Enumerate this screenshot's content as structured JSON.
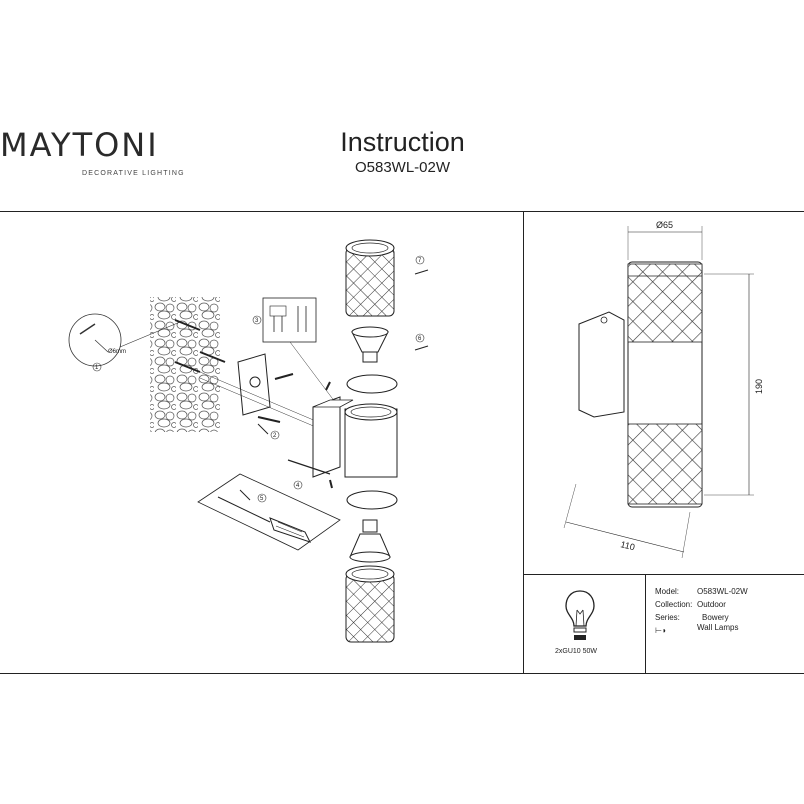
{
  "brand": {
    "name": "MAYTONI",
    "tagline": "DECORATIVE LIGHTING"
  },
  "header": {
    "title": "Instruction",
    "model": "O583WL-02W"
  },
  "dimensions": {
    "diameter": "Ø65",
    "height": "190",
    "depth": "110"
  },
  "steps": [
    "1",
    "2",
    "3",
    "4",
    "5",
    "6",
    "7"
  ],
  "drill_label": "Ø6mm",
  "bulb": {
    "label": "2xGU10 50W"
  },
  "info": {
    "model_key": "Model:",
    "model_val": "O583WL-02W",
    "collection_key": "Collection:",
    "collection_val": "Outdoor",
    "series_key": "Series:",
    "series_val": "Bowery",
    "type_val": "Wall Lamps"
  },
  "colors": {
    "line": "#222222",
    "brand_dot": "#7b3a6b"
  }
}
